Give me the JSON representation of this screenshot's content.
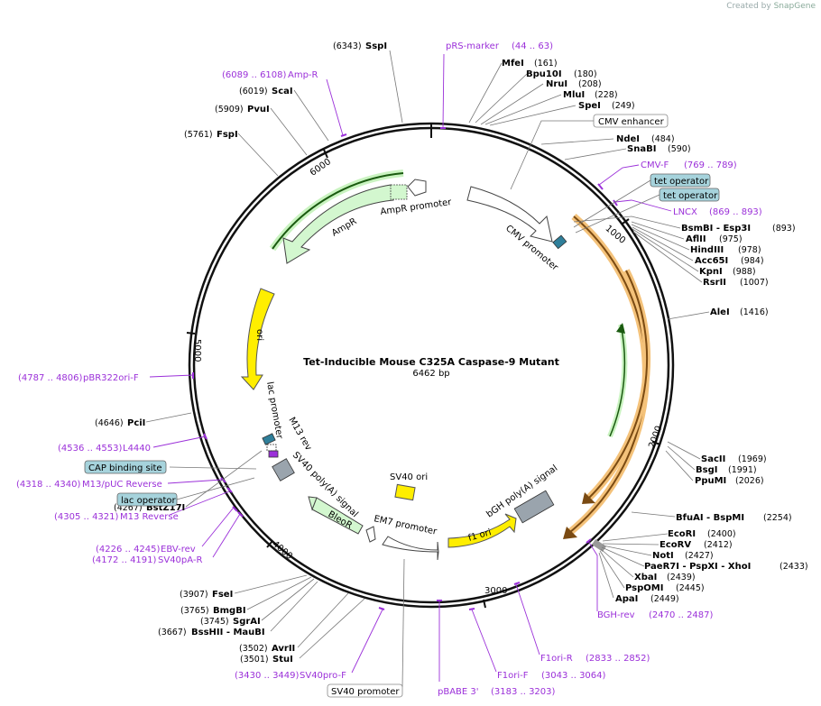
{
  "brand": {
    "created_by": "Created by",
    "app": "SnapGene"
  },
  "title": "Tet-Inducible Mouse C325A Caspase-9 Mutant",
  "length_label": "6462 bp",
  "ticks": [
    "1000",
    "2000",
    "3000",
    "4000",
    "5000",
    "6000"
  ],
  "enzymes": [
    {
      "name": "SspI",
      "pos": "(6343)"
    },
    {
      "name": "MfeI",
      "pos": "(161)"
    },
    {
      "name": "Bpu10I",
      "pos": "(180)"
    },
    {
      "name": "NruI",
      "pos": "(208)"
    },
    {
      "name": "MluI",
      "pos": "(228)"
    },
    {
      "name": "SpeI",
      "pos": "(249)"
    },
    {
      "name": "NdeI",
      "pos": "(484)"
    },
    {
      "name": "SnaBI",
      "pos": "(590)"
    },
    {
      "name": "BsmBI - Esp3I",
      "pos": "(893)"
    },
    {
      "name": "AflII",
      "pos": "(975)"
    },
    {
      "name": "HindIII",
      "pos": "(978)"
    },
    {
      "name": "Acc65I",
      "pos": "(984)"
    },
    {
      "name": "KpnI",
      "pos": "(988)"
    },
    {
      "name": "RsrII",
      "pos": "(1007)"
    },
    {
      "name": "AleI",
      "pos": "(1416)"
    },
    {
      "name": "SacII",
      "pos": "(1969)"
    },
    {
      "name": "BsgI",
      "pos": "(1991)"
    },
    {
      "name": "PpuMI",
      "pos": "(2026)"
    },
    {
      "name": "BfuAI - BspMI",
      "pos": "(2254)"
    },
    {
      "name": "EcoRI",
      "pos": "(2400)"
    },
    {
      "name": "EcoRV",
      "pos": "(2412)"
    },
    {
      "name": "NotI",
      "pos": "(2427)"
    },
    {
      "name": "PaeR7I - PspXI - XhoI",
      "pos": "(2433)"
    },
    {
      "name": "XbaI",
      "pos": "(2439)"
    },
    {
      "name": "PspOMI",
      "pos": "(2445)"
    },
    {
      "name": "ApaI",
      "pos": "(2449)"
    },
    {
      "name": "FseI",
      "pos": "(3907)"
    },
    {
      "name": "BmgBI",
      "pos": "(3765)"
    },
    {
      "name": "SgrAI",
      "pos": "(3745)"
    },
    {
      "name": "BssHII - MauBI",
      "pos": "(3667)"
    },
    {
      "name": "AvrII",
      "pos": "(3502)"
    },
    {
      "name": "StuI",
      "pos": "(3501)"
    },
    {
      "name": "BstZ17I",
      "pos": "(4267)"
    },
    {
      "name": "PciI",
      "pos": "(4646)"
    },
    {
      "name": "FspI",
      "pos": "(5761)"
    },
    {
      "name": "PvuI",
      "pos": "(5909)"
    },
    {
      "name": "ScaI",
      "pos": "(6019)"
    }
  ],
  "primers": [
    {
      "name": "pRS-marker",
      "range": "(44 .. 63)"
    },
    {
      "name": "Amp-R",
      "range": "(6089 .. 6108)"
    },
    {
      "name": "CMV-F",
      "range": "(769 .. 789)"
    },
    {
      "name": "LNCX",
      "range": "(869 .. 893)"
    },
    {
      "name": "pBR322ori-F",
      "range": "(4787 .. 4806)"
    },
    {
      "name": "L4440",
      "range": "(4536 .. 4553)"
    },
    {
      "name": "M13/pUC Reverse",
      "range": "(4318 .. 4340)"
    },
    {
      "name": "M13 Reverse",
      "range": "(4305 .. 4321)"
    },
    {
      "name": "EBV-rev",
      "range": "(4226 .. 4245)"
    },
    {
      "name": "SV40pA-R",
      "range": "(4172 .. 4191)"
    },
    {
      "name": "SV40pro-F",
      "range": "(3430 .. 3449)"
    },
    {
      "name": "pBABE 3'",
      "range": "(3183 .. 3203)"
    },
    {
      "name": "F1ori-F",
      "range": "(3043 .. 3064)"
    },
    {
      "name": "F1ori-R",
      "range": "(2833 .. 2852)"
    },
    {
      "name": "BGH-rev",
      "range": "(2470 .. 2487)"
    }
  ],
  "boxed_features": {
    "cmv_enhancer": "CMV enhancer",
    "tet_operator_1": "tet operator",
    "tet_operator_2": "tet operator",
    "cap_binding_site": "CAP binding site",
    "lac_operator": "lac operator",
    "sv40_promoter": "SV40 promoter"
  },
  "features": {
    "ampr_promoter": "AmpR promoter",
    "ampr": "AmpR",
    "cmv_promoter": "CMV promoter",
    "ori": "ori",
    "lac_promoter": "lac promoter",
    "m13_rev": "M13 rev",
    "sv40_polya": "SV40 poly(A) signal",
    "bleor": "BleoR",
    "em7_promoter": "EM7 promoter",
    "sv40_ori": "SV40 ori",
    "f1_ori": "f1 ori",
    "bgh_polya": "bGH poly(A) signal"
  }
}
